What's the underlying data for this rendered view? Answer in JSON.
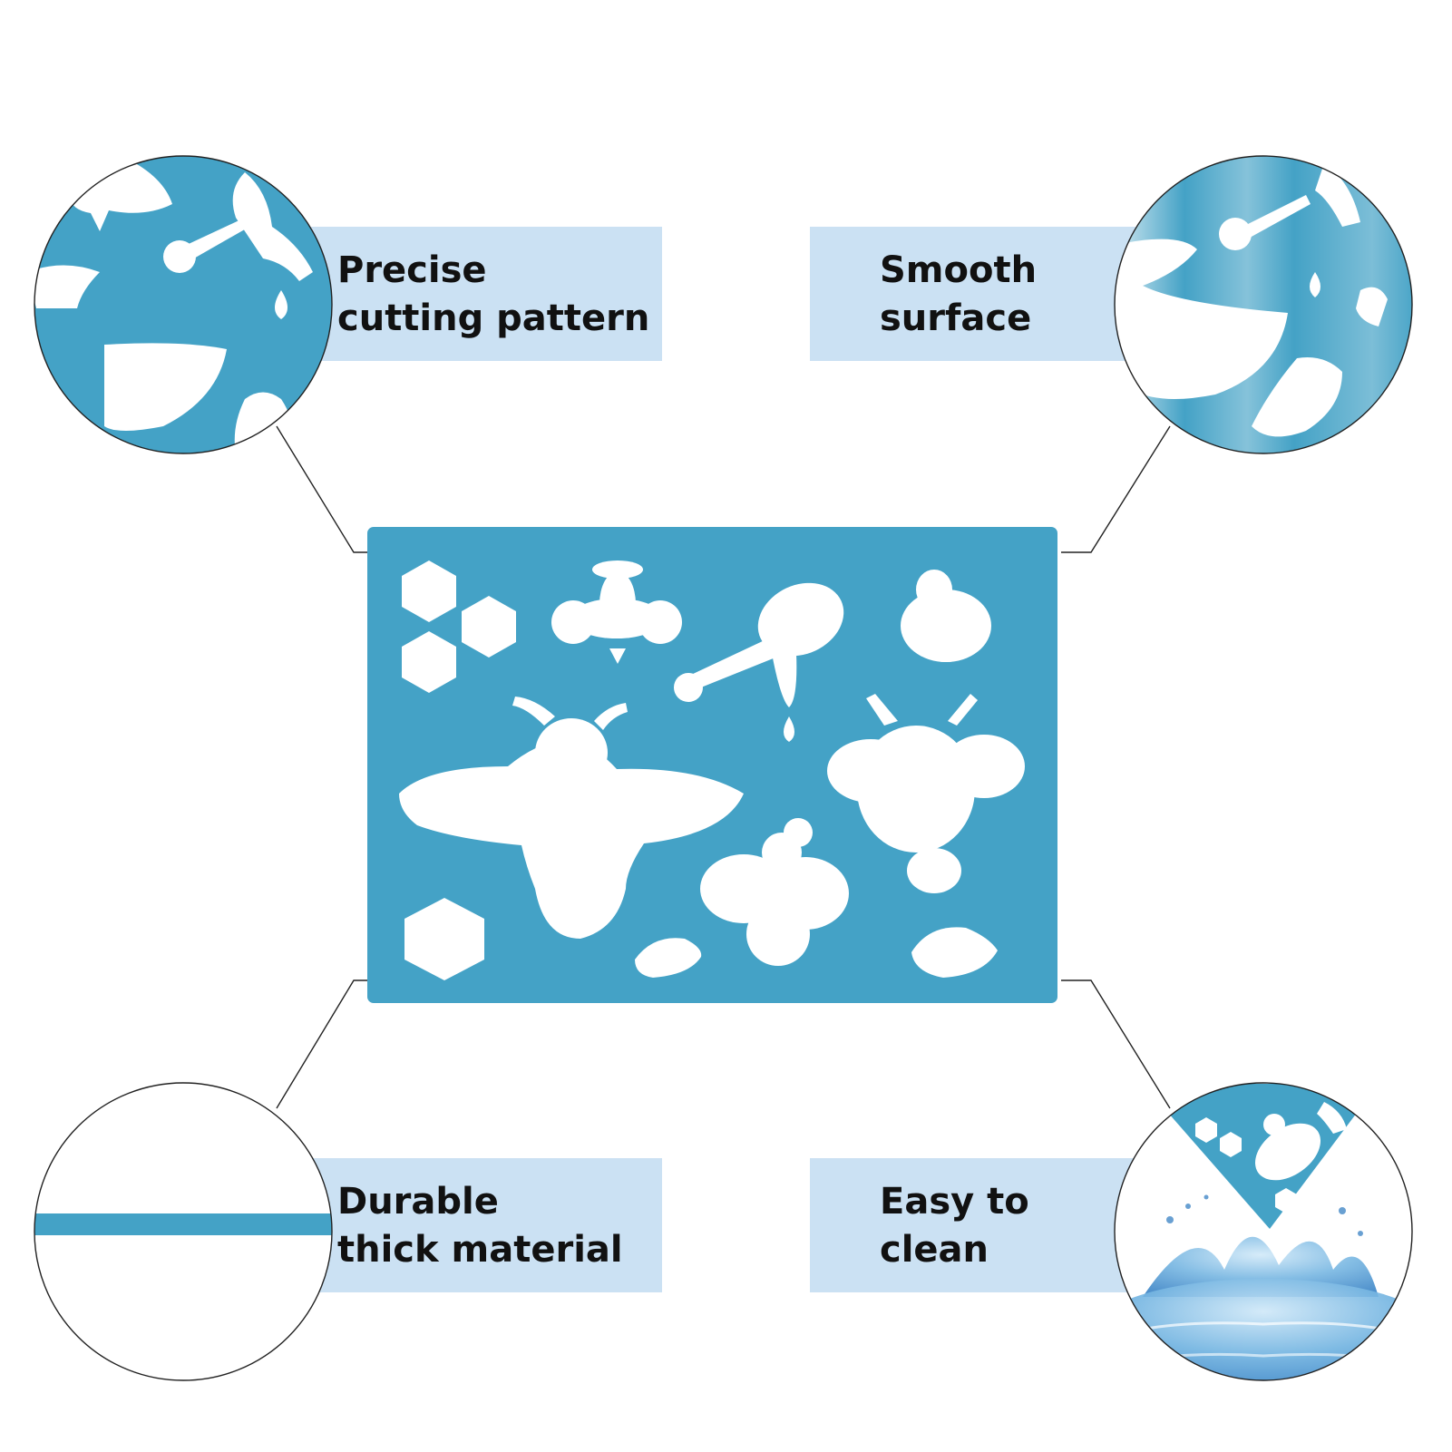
{
  "colors": {
    "stencil": "#44a2c6",
    "label_bg": "#cbe1f3",
    "text": "#111111",
    "line": "#222222"
  },
  "features": {
    "top_left": {
      "line1": "Precise",
      "line2": "cutting pattern",
      "icon": "closeup-cutting-pattern-icon"
    },
    "top_right": {
      "line1": "Smooth",
      "line2": "surface",
      "icon": "closeup-smooth-surface-icon"
    },
    "bottom_left": {
      "line1": "Durable",
      "line2": "thick material",
      "icon": "thickness-edge-icon"
    },
    "bottom_right": {
      "line1": "Easy to",
      "line2": "clean",
      "icon": "water-splash-icon"
    }
  },
  "stencil": {
    "shapes": [
      "hexagon",
      "bee",
      "honey-dipper",
      "honey-drop",
      "flying-bee",
      "leaf-drop"
    ]
  }
}
